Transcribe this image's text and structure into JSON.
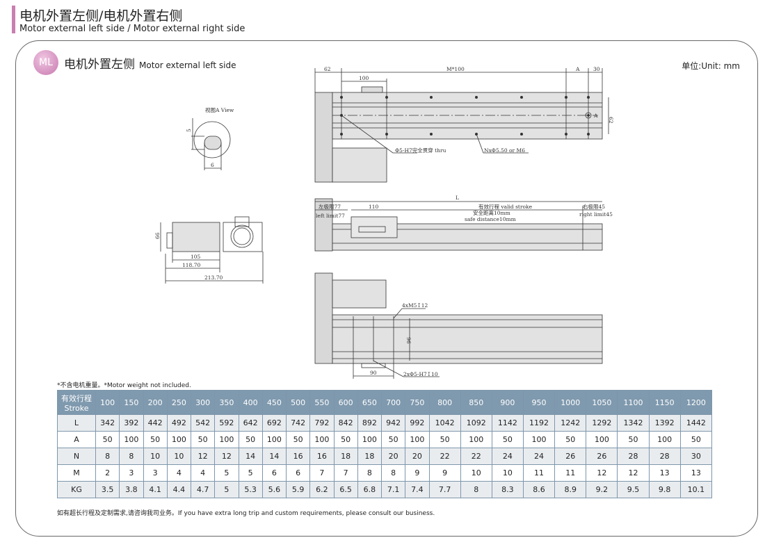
{
  "header": {
    "title_cn": "电机外置左侧/电机外置右侧",
    "title_en": "Motor external left side / Motor external right side"
  },
  "section": {
    "badge": "ML",
    "title_cn": "电机外置左侧",
    "title_en": "Motor external left side",
    "unit": "单位:Unit: mm"
  },
  "drawing": {
    "top": {
      "d62": "62",
      "d100": "100",
      "dM": "M*100",
      "dA": "A",
      "d30": "30",
      "d62v": "62",
      "markA": "A",
      "hole1": "Φ5-H7完全贯穿 thru",
      "hole2": "NxΦ5.50 or M6"
    },
    "side": {
      "dL": "L",
      "left_cn": "左极限77",
      "left_en": "left limit77",
      "d110": "110",
      "stroke": "有效行程 valid stroke",
      "safe_cn": "安全距离10mm",
      "safe_en": "safe distance10mm",
      "right_cn": "右极限45",
      "right_en": "right limit45"
    },
    "bottom": {
      "m5": "4xM5↧12",
      "d96": "96",
      "d90": "90",
      "pin": "2xΦ5-H7↧10"
    },
    "aview": {
      "title": "视图A View",
      "d5": "5",
      "d6": "6"
    },
    "motor": {
      "d66": "66",
      "d105": "105",
      "d118": "118.70",
      "d213": "213.70"
    }
  },
  "note": "*不含电机重量。*Motor weight not included.",
  "table": {
    "header_cn": "有效行程",
    "header_en": "Stroke",
    "strokes": [
      "100",
      "150",
      "200",
      "250",
      "300",
      "350",
      "400",
      "450",
      "500",
      "550",
      "600",
      "650",
      "700",
      "750",
      "800",
      "850",
      "900",
      "950",
      "1000",
      "1050",
      "1100",
      "1150",
      "1200"
    ],
    "rows": [
      {
        "label": "L",
        "values": [
          "342",
          "392",
          "442",
          "492",
          "542",
          "592",
          "642",
          "692",
          "742",
          "792",
          "842",
          "892",
          "942",
          "992",
          "1042",
          "1092",
          "1142",
          "1192",
          "1242",
          "1292",
          "1342",
          "1392",
          "1442"
        ]
      },
      {
        "label": "A",
        "values": [
          "50",
          "100",
          "50",
          "100",
          "50",
          "100",
          "50",
          "100",
          "50",
          "100",
          "50",
          "100",
          "50",
          "100",
          "50",
          "100",
          "50",
          "100",
          "50",
          "100",
          "50",
          "100",
          "50"
        ]
      },
      {
        "label": "N",
        "values": [
          "8",
          "8",
          "10",
          "10",
          "12",
          "12",
          "14",
          "14",
          "16",
          "16",
          "18",
          "18",
          "20",
          "20",
          "22",
          "22",
          "24",
          "24",
          "26",
          "26",
          "28",
          "28",
          "30"
        ]
      },
      {
        "label": "M",
        "values": [
          "2",
          "3",
          "3",
          "4",
          "4",
          "5",
          "5",
          "6",
          "6",
          "7",
          "7",
          "8",
          "8",
          "9",
          "9",
          "10",
          "10",
          "11",
          "11",
          "12",
          "12",
          "13",
          "13"
        ]
      },
      {
        "label": "KG",
        "values": [
          "3.5",
          "3.8",
          "4.1",
          "4.4",
          "4.7",
          "5",
          "5.3",
          "5.6",
          "5.9",
          "6.2",
          "6.5",
          "6.8",
          "7.1",
          "7.4",
          "7.7",
          "8",
          "8.3",
          "8.6",
          "8.9",
          "9.2",
          "9.5",
          "9.8",
          "10.1"
        ]
      }
    ]
  },
  "footer": "如有超长行程及定制需求,请咨询我司业务。If you have extra long trip and custom requirements, please consult our business."
}
